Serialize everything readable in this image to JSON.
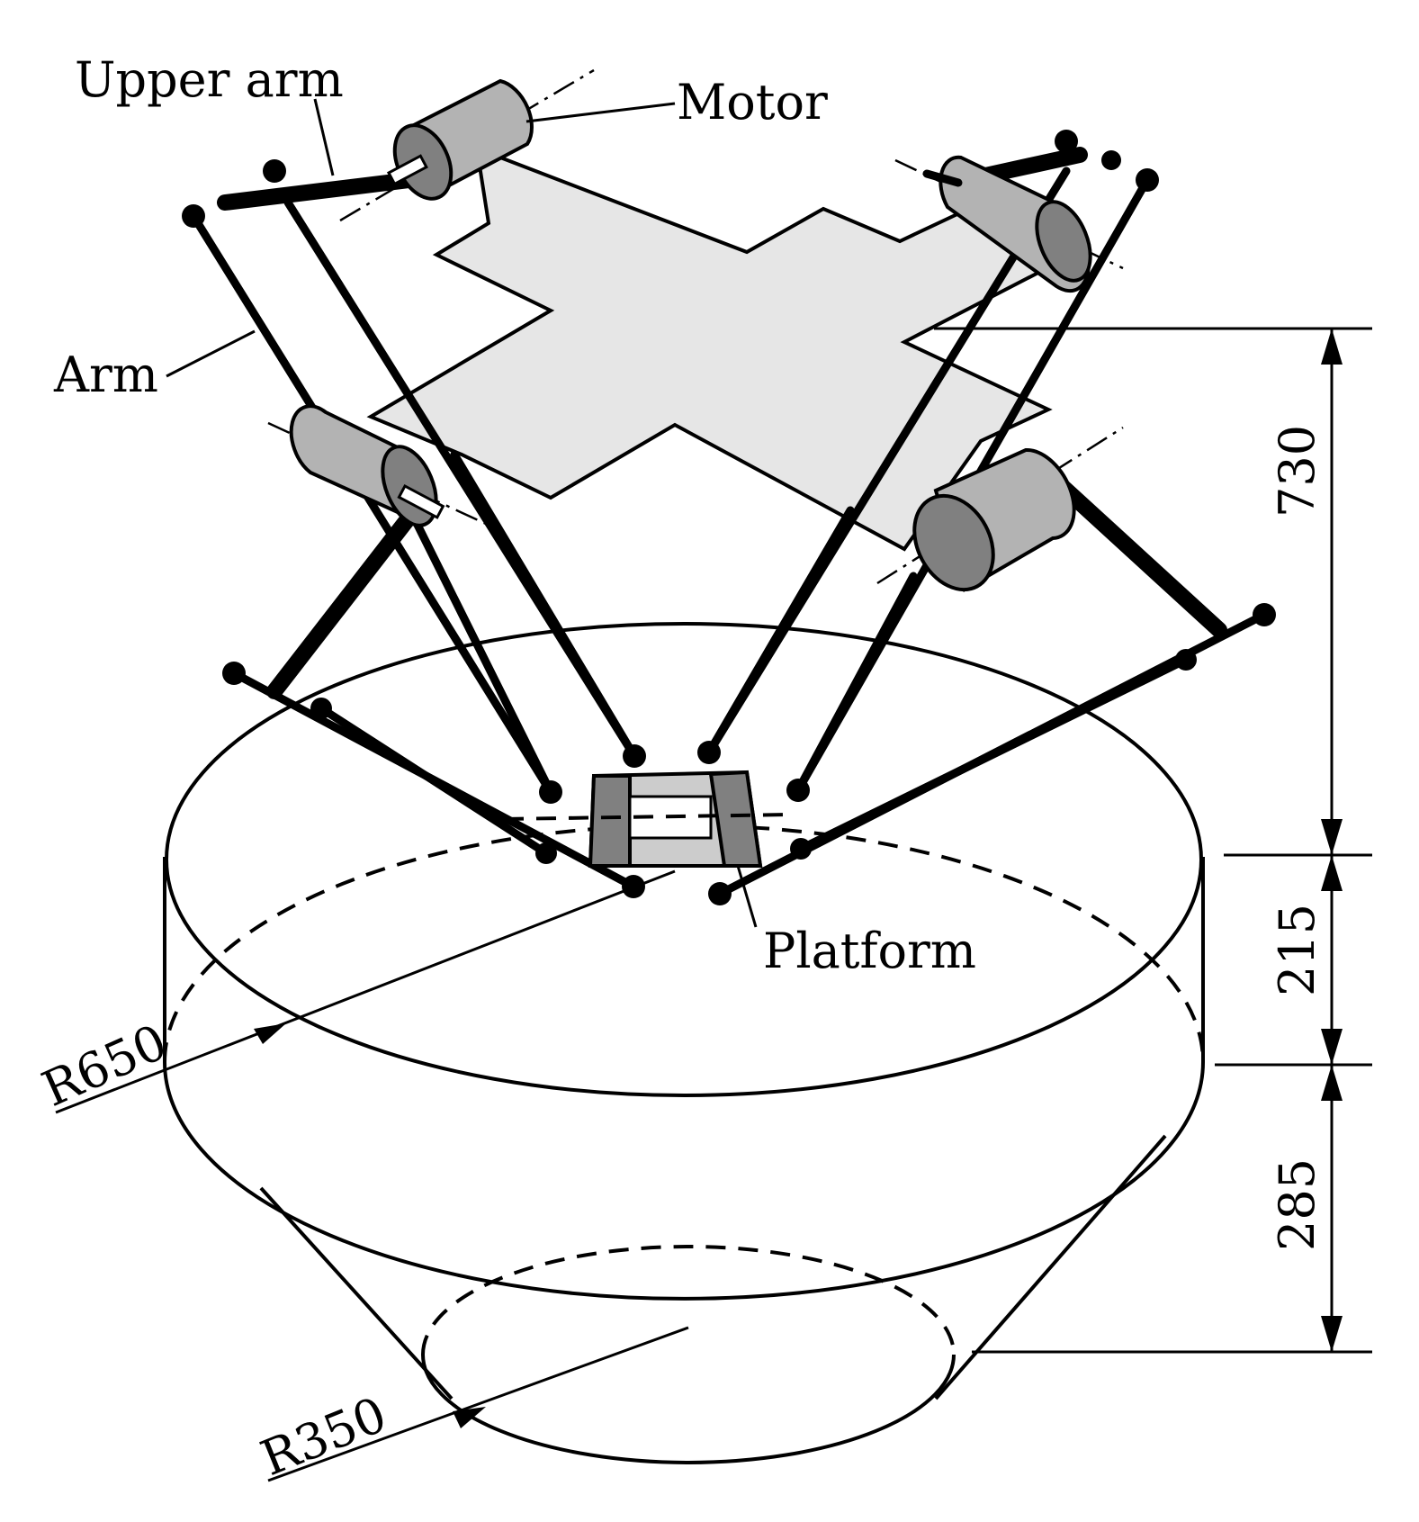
{
  "labels": {
    "upper_arm": "Upper arm",
    "motor": "Motor",
    "arm": "Arm",
    "platform": "Platform",
    "r_outer": "R650",
    "r_inner": "R350"
  },
  "dimensions": {
    "d730": "730",
    "d215": "215",
    "d285": "285"
  },
  "colors": {
    "plate": "#e6e6e6",
    "motor_body": "#b3b3b3",
    "motor_end": "#808080",
    "platform_side": "#808080",
    "platform_mid": "#cccccc",
    "ink": "#000000"
  }
}
